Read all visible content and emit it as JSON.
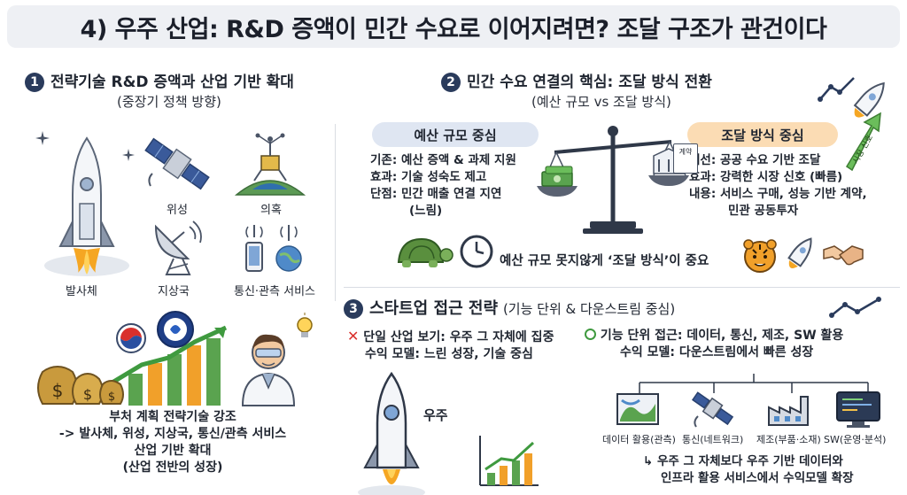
{
  "title": "4) 우주 산업: R&D 증액이 민간 수요로 이어지려면? 조달 구조가 관건이다",
  "section1": {
    "num": "1",
    "title": "전략기술 R&D 증액과 산업 기반 확대",
    "subtitle": "(중장기 정책 방향)",
    "labels": {
      "launch": "발사체",
      "satellite": "위성",
      "exploration": "의혹",
      "ground": "지상국",
      "comm": "통신·관측 서비스"
    },
    "summary": [
      "부처 계획 전략기술 강조",
      "-> 발사체, 위성, 지상국, 통신/관측 서비스",
      "산업 기반 확대",
      "(산업 전반의 성장)"
    ]
  },
  "section2": {
    "num": "2",
    "title": "민간 수요 연결의 핵심: 조달 방식 전환",
    "subtitle": "(예산 규모 vs 조달 방식)",
    "left_pill": "예산 규모 중심",
    "left_lines": [
      "기존: 예산 증액 & 과제 지원",
      "효과: 기술 성숙도 제고",
      "단점: 민간 매출 연결 지연",
      "(느림)"
    ],
    "right_pill": "조달 방식 중심",
    "right_lines": [
      "개선: 공공 수요 기반 조달",
      "효과: 강력한 시장 신호 (빠름)",
      "내용: 서비스 구매, 성능 기반 계약,",
      "민관 공동투자"
    ],
    "conclusion": "예산 규모 못지않게 ‘조달 방식’이 중요",
    "contract_label": "계약",
    "arrow_label": "시장 신호"
  },
  "section3": {
    "num": "3",
    "title": "스타트업 접근 전략",
    "subtitle": "(기능 단위 & 다운스트림 중심)",
    "left_line1": "단일 산업 보기: 우주 그 자체에 집중",
    "left_line2": "수익 모델: 느린 성장, 기술 중심",
    "rocket_label": "우주",
    "right_line1": "기능 단위 접근: 데이터, 통신, 제조, SW 활용",
    "right_line2": "수익 모델: 다운스트림에서 빠른 성장",
    "items": [
      "데이터 활용(관측)",
      "통신(네트워크)",
      "제조(부품·소재)",
      "SW(운영·분석)"
    ],
    "bottom_lines": [
      "↳ 우주 그 자체보다 우주 기반 데이터와",
      "인프라 활용 서비스에서 수익모델 확장"
    ]
  },
  "colors": {
    "navy": "#2a3b5c",
    "left_pill": "#dfe6f2",
    "right_pill": "#fbdcb4",
    "green": "#3f9a3f",
    "orange": "#f1a02a",
    "red_x": "#d9302c"
  }
}
